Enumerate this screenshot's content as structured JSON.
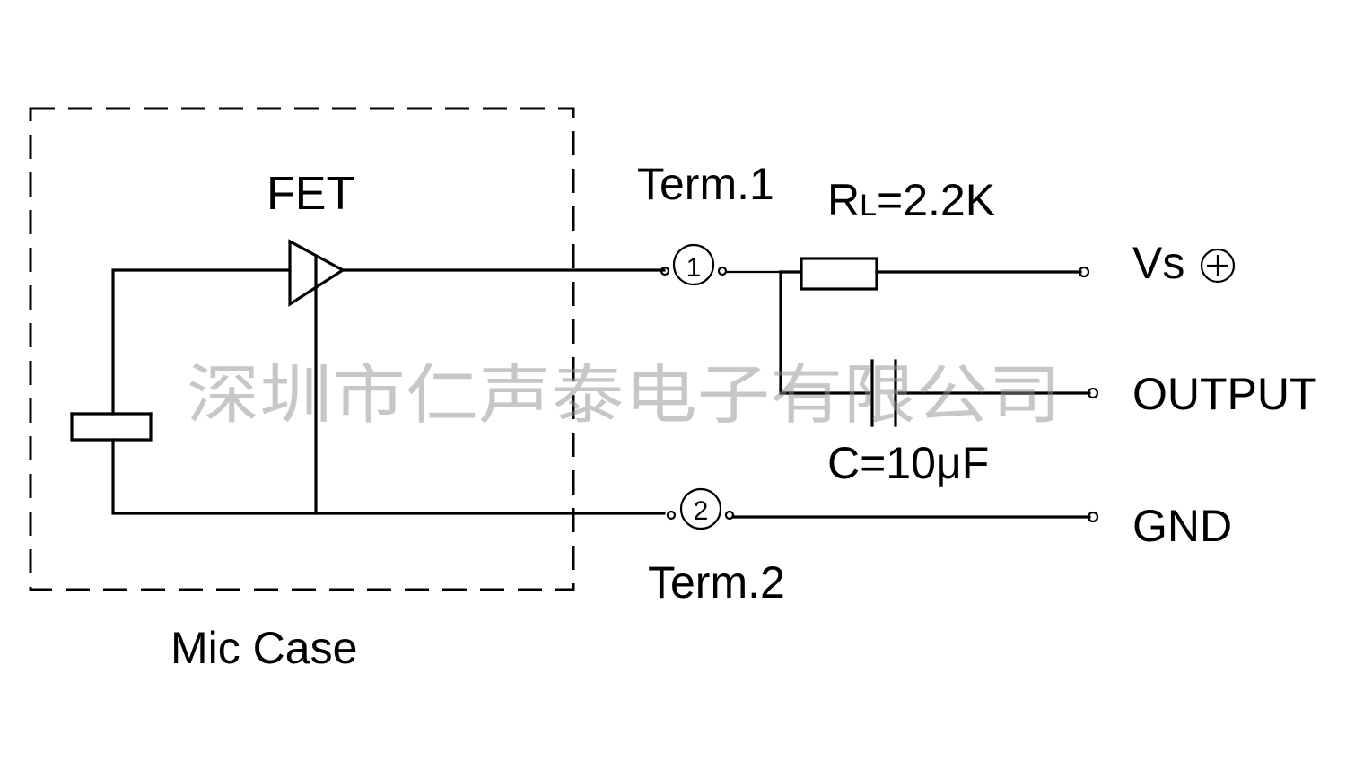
{
  "labels": {
    "fet": "FET",
    "term1": "Term.1",
    "term2": "Term.2",
    "rl_main": "R",
    "rl_sub": "L",
    "rl_value": "=2.2K",
    "vs": "Vs",
    "output": "OUTPUT",
    "capacitor": "C=10μF",
    "gnd": "GND",
    "mic_case": "Mic Case"
  },
  "terminals": {
    "t1_number": "1",
    "t2_number": "2"
  },
  "watermark": "深圳市仁声泰电子有限公司"
}
